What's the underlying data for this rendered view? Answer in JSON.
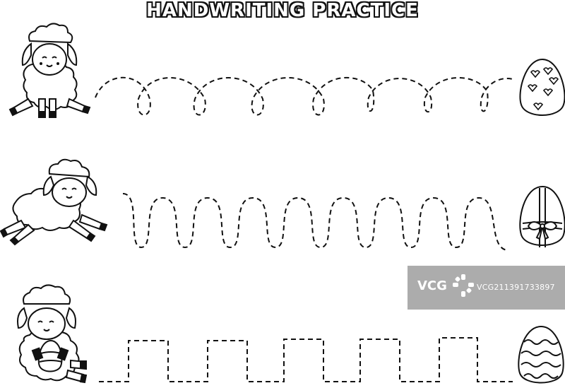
{
  "page": {
    "title": "HANDWRITING PRACTICE"
  },
  "rows": [
    {
      "animal": "sheep-sitting-icon",
      "path": "loops",
      "egg": "hearts-egg-icon"
    },
    {
      "animal": "sheep-jumping-icon",
      "path": "waves",
      "egg": "bow-egg-icon"
    },
    {
      "animal": "sheep-holding-egg-icon",
      "path": "squares",
      "egg": "zigzag-egg-icon"
    }
  ],
  "watermark": {
    "logo": "VCG",
    "id": "VCG211391733897"
  },
  "colors": {
    "ink": "#111111",
    "paper": "#ffffff",
    "watermark": "#8c8c8c"
  }
}
